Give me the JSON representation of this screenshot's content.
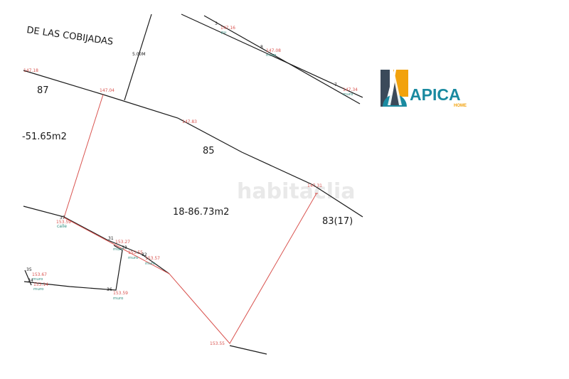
{
  "street_label": "DE LAS COBIJADAS",
  "width_label": "5.00M",
  "parcels": {
    "left_top": "87",
    "left_area": "-51.65m2",
    "main": "85",
    "main_area": "18-86.73m2",
    "right": "83(17)"
  },
  "elevations": {
    "e1": "147.18",
    "e2": "147.04",
    "e3": "147.83",
    "e4": "147.31",
    "e5": "153.59",
    "e6": "153.27",
    "e7": "153.55",
    "e8": "153.57",
    "e9": "153.67",
    "e10": "153.14",
    "e11": "153.59",
    "e12": "153.55",
    "e13": "147.16",
    "e14": "147.08",
    "e15": "147.34"
  },
  "point_ids": {
    "p1": "37",
    "p2": "31",
    "p3": "33",
    "p4": "32",
    "p5": "35",
    "p6": "34",
    "p7": "36",
    "p8": "3",
    "p9": "8",
    "p10": "7"
  },
  "feature_notes": {
    "calle": "calle",
    "muro": "muro",
    "pu": "pu"
  },
  "watermark": "habitaclia",
  "logo": {
    "name": "APICA",
    "tagline": "HOME",
    "colors": {
      "dark": "#3b4a5a",
      "orange": "#f2a20c",
      "teal": "#1a8aa0"
    }
  },
  "colors": {
    "boundary": "#d9534f",
    "lines": "#1a1a1a",
    "notes": "#2e8b7d"
  }
}
